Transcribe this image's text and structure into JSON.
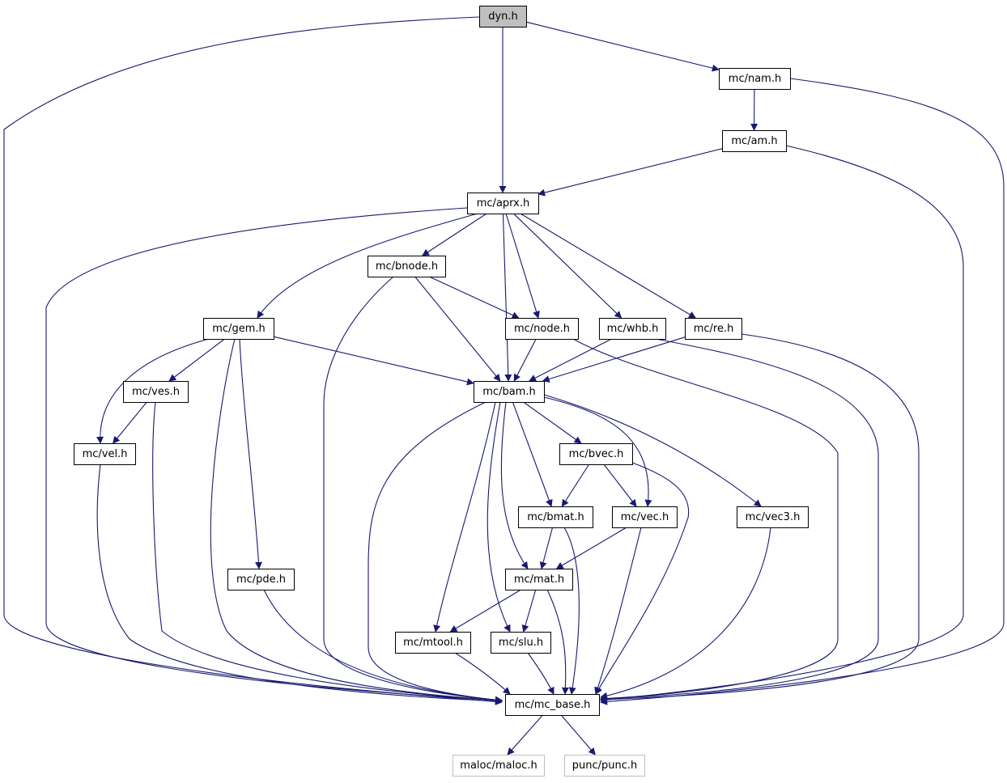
{
  "graph": {
    "edge_color": "#191970",
    "nodes": {
      "dyn": {
        "label": "dyn.h",
        "kind": "root"
      },
      "nam": {
        "label": "mc/nam.h"
      },
      "am": {
        "label": "mc/am.h"
      },
      "aprx": {
        "label": "mc/aprx.h"
      },
      "bnode": {
        "label": "mc/bnode.h"
      },
      "gem": {
        "label": "mc/gem.h"
      },
      "node": {
        "label": "mc/node.h"
      },
      "whb": {
        "label": "mc/whb.h"
      },
      "re": {
        "label": "mc/re.h"
      },
      "ves": {
        "label": "mc/ves.h"
      },
      "bam": {
        "label": "mc/bam.h"
      },
      "vel": {
        "label": "mc/vel.h"
      },
      "bvec": {
        "label": "mc/bvec.h"
      },
      "bmat": {
        "label": "mc/bmat.h"
      },
      "vec": {
        "label": "mc/vec.h"
      },
      "vec3": {
        "label": "mc/vec3.h"
      },
      "pde": {
        "label": "mc/pde.h"
      },
      "mat": {
        "label": "mc/mat.h"
      },
      "mtool": {
        "label": "mc/mtool.h"
      },
      "slu": {
        "label": "mc/slu.h"
      },
      "mcbase": {
        "label": "mc/mc_base.h"
      },
      "maloc": {
        "label": "maloc/maloc.h",
        "kind": "external"
      },
      "punc": {
        "label": "punc/punc.h",
        "kind": "external"
      }
    },
    "edges": [
      [
        "dyn",
        "mcbase"
      ],
      [
        "dyn",
        "aprx"
      ],
      [
        "dyn",
        "nam"
      ],
      [
        "nam",
        "am"
      ],
      [
        "nam",
        "mcbase"
      ],
      [
        "am",
        "aprx"
      ],
      [
        "am",
        "mcbase"
      ],
      [
        "aprx",
        "mcbase"
      ],
      [
        "aprx",
        "gem"
      ],
      [
        "aprx",
        "bnode"
      ],
      [
        "aprx",
        "bam"
      ],
      [
        "aprx",
        "node"
      ],
      [
        "aprx",
        "whb"
      ],
      [
        "aprx",
        "re"
      ],
      [
        "bnode",
        "mcbase"
      ],
      [
        "bnode",
        "bam"
      ],
      [
        "bnode",
        "node"
      ],
      [
        "gem",
        "vel"
      ],
      [
        "gem",
        "ves"
      ],
      [
        "gem",
        "mcbase"
      ],
      [
        "gem",
        "pde"
      ],
      [
        "gem",
        "bam"
      ],
      [
        "node",
        "bam"
      ],
      [
        "node",
        "mcbase"
      ],
      [
        "whb",
        "bam"
      ],
      [
        "whb",
        "mcbase"
      ],
      [
        "re",
        "bam"
      ],
      [
        "re",
        "mcbase"
      ],
      [
        "ves",
        "vel"
      ],
      [
        "ves",
        "mcbase"
      ],
      [
        "vel",
        "mcbase"
      ],
      [
        "bam",
        "mcbase"
      ],
      [
        "bam",
        "mtool"
      ],
      [
        "bam",
        "slu"
      ],
      [
        "bam",
        "mat"
      ],
      [
        "bam",
        "bmat"
      ],
      [
        "bam",
        "bvec"
      ],
      [
        "bam",
        "vec"
      ],
      [
        "bam",
        "vec3"
      ],
      [
        "bvec",
        "bmat"
      ],
      [
        "bvec",
        "vec"
      ],
      [
        "bvec",
        "mcbase"
      ],
      [
        "bmat",
        "mat"
      ],
      [
        "bmat",
        "mcbase"
      ],
      [
        "vec",
        "mat"
      ],
      [
        "vec",
        "mcbase"
      ],
      [
        "vec3",
        "mcbase"
      ],
      [
        "pde",
        "mcbase"
      ],
      [
        "mat",
        "mtool"
      ],
      [
        "mat",
        "slu"
      ],
      [
        "mat",
        "mcbase"
      ],
      [
        "mtool",
        "mcbase"
      ],
      [
        "slu",
        "mcbase"
      ],
      [
        "mcbase",
        "maloc"
      ],
      [
        "mcbase",
        "punc"
      ]
    ]
  }
}
